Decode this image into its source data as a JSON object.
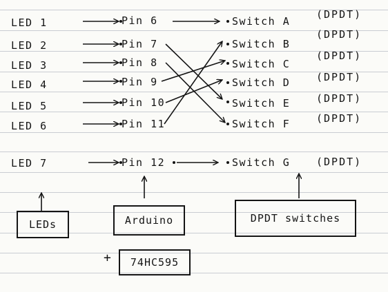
{
  "rows": [
    {
      "led": "LED 1",
      "pin": "Pin 6",
      "switch": "Switch A",
      "type": "(DPDT)"
    },
    {
      "led": "LED 2",
      "pin": "Pin 7",
      "switch": "Switch B",
      "type": "(DPDT)"
    },
    {
      "led": "LED 3",
      "pin": "Pin 8",
      "switch": "Switch C",
      "type": "(DPDT)"
    },
    {
      "led": "LED 4",
      "pin": "Pin 9",
      "switch": "Switch D",
      "type": "(DPDT)"
    },
    {
      "led": "LED 5",
      "pin": "Pin 10",
      "switch": "Switch E",
      "type": "(DPDT)"
    },
    {
      "led": "LED 6",
      "pin": "Pin 11",
      "switch": "Switch F",
      "type": "(DPDT)"
    },
    {
      "led": "LED 7",
      "pin": "Pin 12",
      "switch": "Switch G",
      "type": "(DPDT)"
    }
  ],
  "boxes": {
    "leds": "LEDs",
    "arduino": "Arduino",
    "switches": "DPDT switches",
    "shift_register": "74HC595"
  },
  "plus": "+",
  "connections": [
    {
      "pin": "Pin 6",
      "switch": "Switch A"
    },
    {
      "pin": "Pin 7",
      "switch": "Switch E"
    },
    {
      "pin": "Pin 8",
      "switch": "Switch F"
    },
    {
      "pin": "Pin 9",
      "switch": "Switch C"
    },
    {
      "pin": "Pin 10",
      "switch": "Switch D"
    },
    {
      "pin": "Pin 11",
      "switch": "Switch B"
    },
    {
      "pin": "Pin 12",
      "switch": "Switch G"
    }
  ],
  "colors": {
    "ink": "#141414",
    "paper": "#fbfbf8",
    "rule": "#c9ccd2"
  }
}
